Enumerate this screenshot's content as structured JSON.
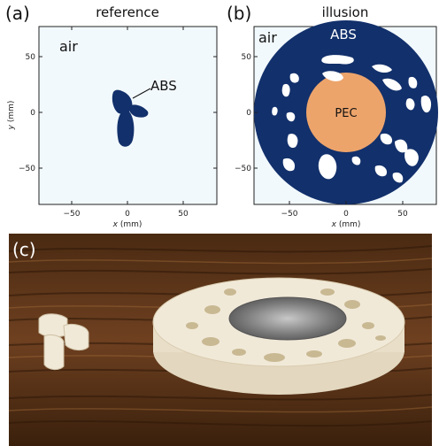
{
  "panel_a": {
    "label": "(a)",
    "title": "reference",
    "region_label": "air",
    "object_label": "ABS",
    "xlabel_italic": "x",
    "xlabel_unit": " (mm)",
    "ylabel_italic": "y",
    "ylabel_unit": " (mm)",
    "xticks": [
      "−50",
      "0",
      "50"
    ],
    "yticks": [
      "50",
      "0",
      "−50"
    ],
    "colors": {
      "background": "#f2f9fd",
      "abs": "#12306b"
    }
  },
  "panel_b": {
    "label": "(b)",
    "title": "illusion",
    "region_label": "air",
    "shell_label": "ABS",
    "core_label": "PEC",
    "xlabel_italic": "x",
    "xlabel_unit": " (mm)",
    "xticks": [
      "−50",
      "0",
      "50"
    ],
    "yticks": [
      "50",
      "0",
      "−50"
    ],
    "colors": {
      "background": "#f2f9fd",
      "abs": "#12306b",
      "pec": "#eda46b"
    }
  },
  "panel_c": {
    "label": "(c)",
    "colors": {
      "wood_dark": "#3d220f",
      "wood_light": "#7a4a23",
      "resin": "#f1e9d8",
      "metal": "#8a8a8a"
    }
  }
}
